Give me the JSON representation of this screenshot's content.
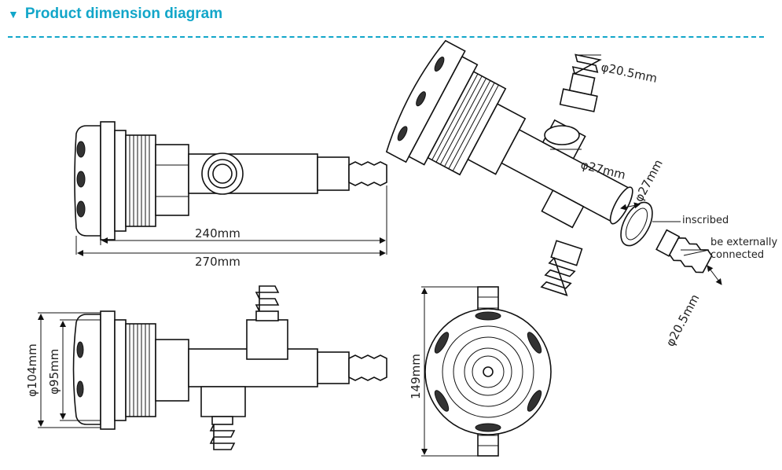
{
  "header": {
    "title": "Product dimension diagram",
    "accent_color": "#12a6c9",
    "icon": "triangle-down-icon"
  },
  "dimensions": {
    "length_inner": "240mm",
    "length_total": "270mm",
    "dia_outer": "φ104mm",
    "dia_inner": "φ95mm",
    "height_front": "149mm",
    "barb_top": "φ20.5mm",
    "tee_side": "φ27mm",
    "tee_end": "φ27mm",
    "barb_end": "φ20.5mm"
  },
  "notes": {
    "inscribed": "inscribed",
    "external_line1": "be externally",
    "external_line2": "connected"
  }
}
